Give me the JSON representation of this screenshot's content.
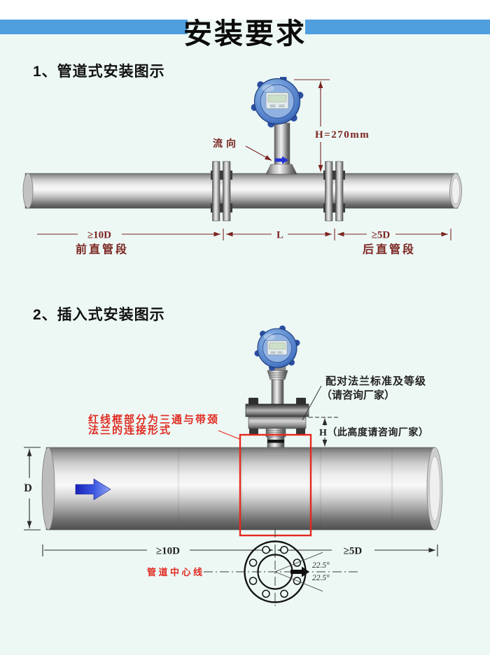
{
  "header": {
    "title": "安装要求"
  },
  "section1": {
    "heading": "1、管道式安装图示",
    "flow_label": "流向",
    "height_label": "H=270mm",
    "dims": {
      "front": "≥10D",
      "front_sub": "前直管段",
      "middle": "L",
      "rear": "≥5D",
      "rear_sub": "后直管段"
    }
  },
  "section2": {
    "heading": "2、插入式安装图示",
    "flange_note": {
      "line1": "配对法兰标准及等级",
      "line2": "（请咨询厂家）"
    },
    "height_note": "H（此高度请咨询厂家）",
    "red_note": {
      "line1": "红线框部分为三通与带颈",
      "line2": "法兰的连接形式"
    },
    "diameter_label": "D",
    "dims": {
      "front": "≥10D",
      "rear": "≥5D"
    },
    "flange_view": {
      "centerline_label": "管道中心线",
      "angle_upper": "22.5°",
      "angle_lower": "22.5°"
    }
  },
  "colors": {
    "header_bar": "#4f9fdf",
    "background": "#edf8f5",
    "dim_maroon": "#7b2420",
    "dim_black": "#2a2a2a",
    "highlight_red": "#e6281c",
    "meter_blue": "#4a78c4",
    "flow_arrow_blue": "#3a55e0"
  }
}
